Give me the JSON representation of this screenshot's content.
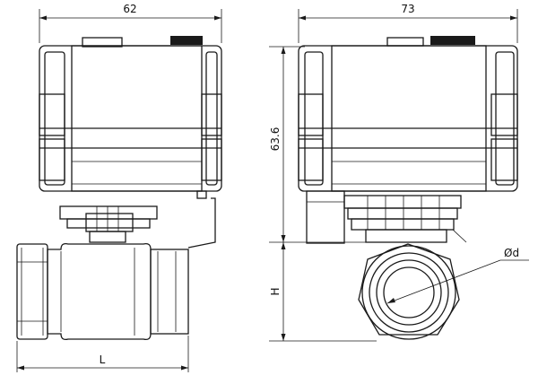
{
  "diagram": {
    "front_view": {
      "dimension_width": "62",
      "dimension_length": "L"
    },
    "side_view": {
      "dimension_width": "73",
      "dimension_height_top": "63.6",
      "dimension_height_bottom": "H",
      "diameter_label": "Ød"
    }
  }
}
